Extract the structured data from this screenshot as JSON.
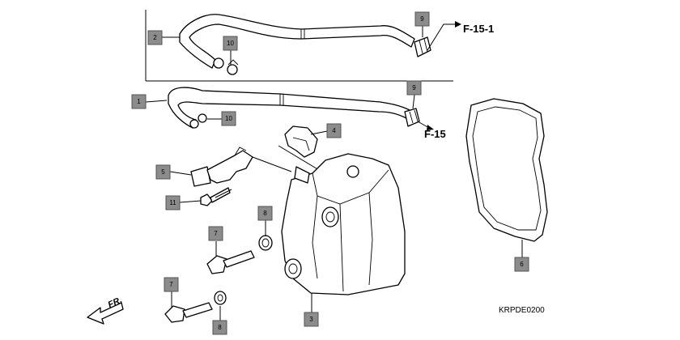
{
  "callouts": {
    "c1": "1",
    "c2": "2",
    "c3": "3",
    "c4": "4",
    "c5": "5",
    "c6": "6",
    "c7a": "7",
    "c7b": "7",
    "c8a": "8",
    "c8b": "8",
    "c9a": "9",
    "c9b": "9",
    "c10a": "10",
    "c10b": "10",
    "c11": "11"
  },
  "references": {
    "ref_upper": "F-15-1",
    "ref_lower": "F-15"
  },
  "direction_label": "FR.",
  "diagram_code": "KRPDE0200"
}
